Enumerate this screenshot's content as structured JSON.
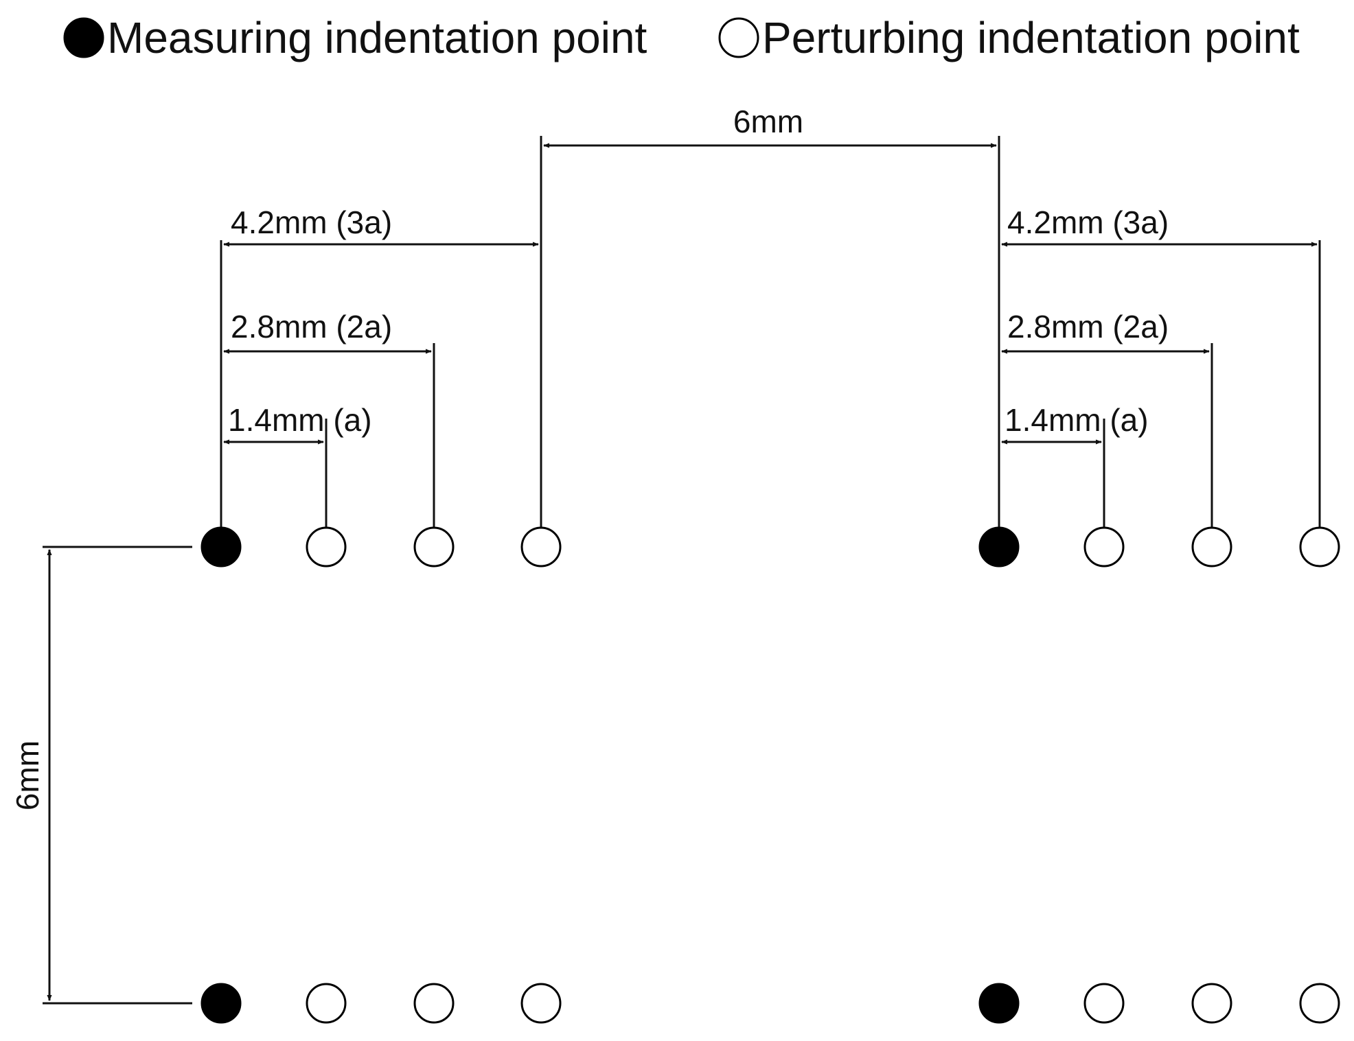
{
  "legend": {
    "measuring_label": "Measuring indentation point",
    "perturbing_label": "Perturbing indentation point"
  },
  "dimensions": {
    "spacing_top": "6mm",
    "spacing_left": "6mm",
    "left_group": {
      "dist_3a": "4.2mm (3a)",
      "dist_2a": "2.8mm (2a)",
      "dist_a": "1.4mm (a)"
    },
    "right_group": {
      "dist_3a": "4.2mm (3a)",
      "dist_2a": "2.8mm (2a)",
      "dist_a": "1.4mm (a)"
    }
  },
  "colors": {
    "ink": "#111111",
    "background": "#ffffff"
  }
}
